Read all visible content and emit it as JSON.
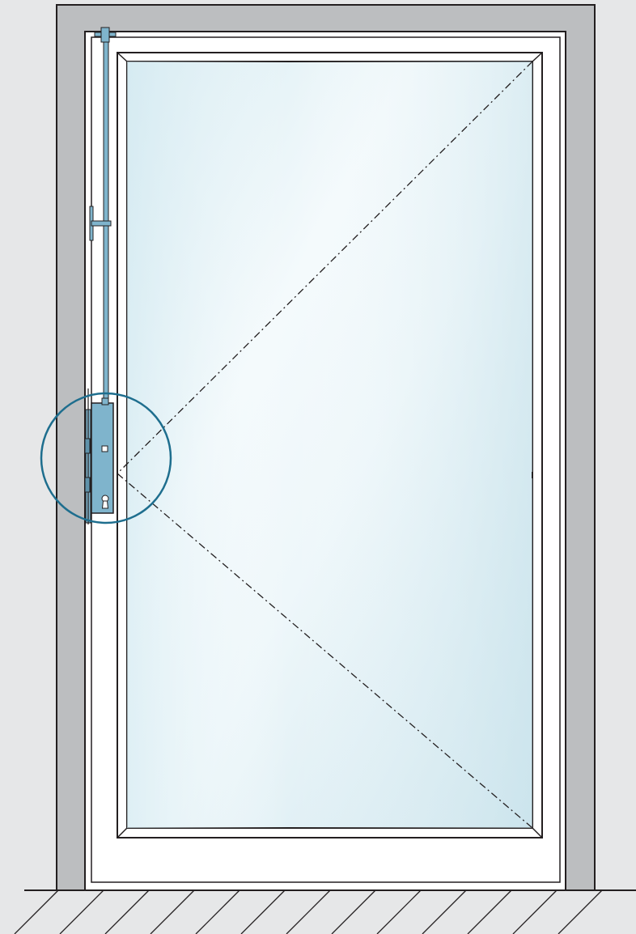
{
  "diagram": {
    "subject": "door-elevation-with-multipoint-lock",
    "colors": {
      "background": "#e6e7e8",
      "wall": "#bcbec0",
      "frame": "#ffffff",
      "outline": "#231f20",
      "glass_light": "#f4fafc",
      "glass_tint": "#cfe6ee",
      "hardware": "#7fb4cc",
      "highlight_circle": "#1e6e8e"
    },
    "elements": {
      "wall": "wall-opening",
      "door_frame": "door-frame",
      "door_leaf": "door-leaf",
      "glass_panel": "glass-panel",
      "opening_direction": "hinge-side-indication-dashed",
      "lock": "multipoint-lock-case",
      "rod": "lock-rod",
      "detail_marker": "detail-circle",
      "floor": "floor-hatching"
    }
  }
}
